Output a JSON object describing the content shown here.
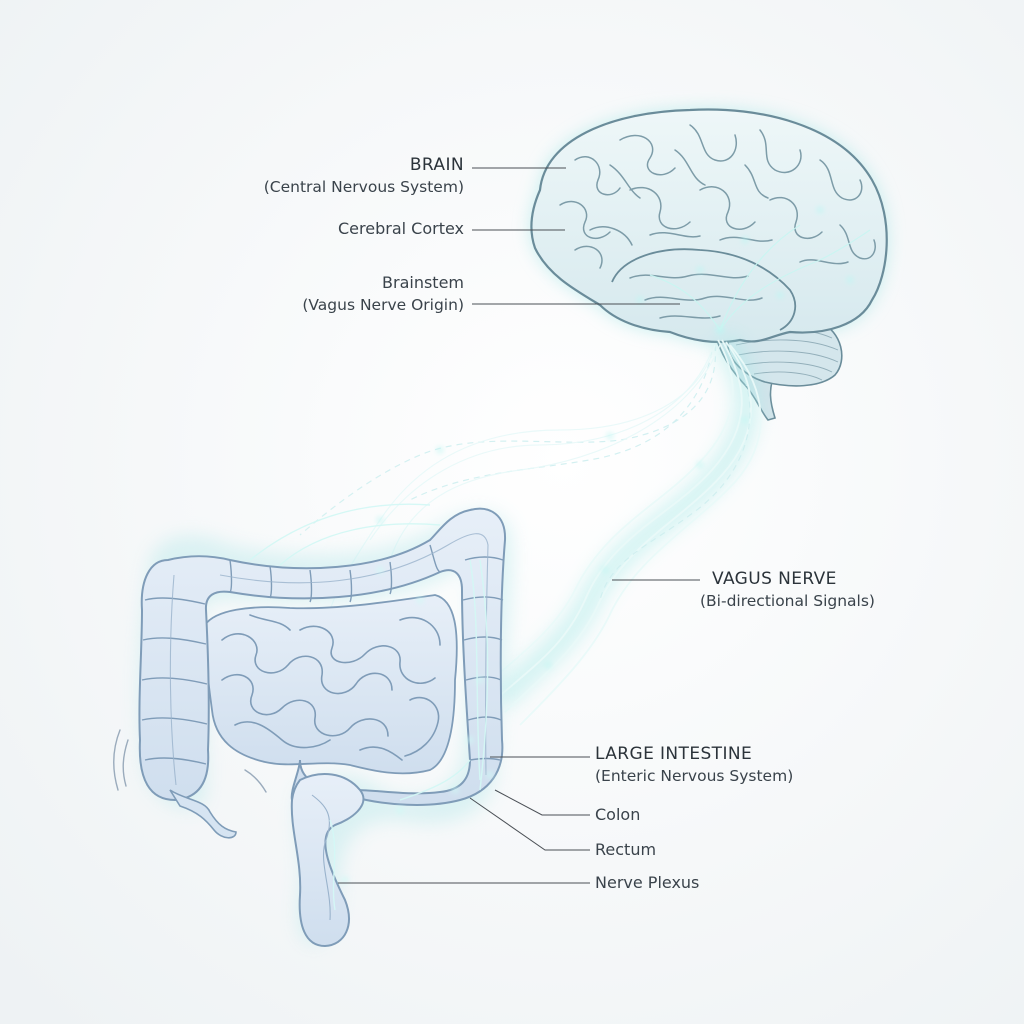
{
  "labels": {
    "brain": {
      "title": "BRAIN",
      "sub": "(Central Nervous System)"
    },
    "cortex": {
      "title": "Cerebral Cortex"
    },
    "brainstem": {
      "title": "Brainstem",
      "sub": "(Vagus Nerve Origin)"
    },
    "vagus": {
      "title": "VAGUS NERVE",
      "sub": "(Bi-directional Signals)"
    },
    "large_intestine": {
      "title": "LARGE INTESTINE",
      "sub": "(Enteric Nervous System)"
    },
    "colon": {
      "title": "Colon"
    },
    "rectum": {
      "title": "Rectum"
    },
    "plexus": {
      "title": "Nerve Plexus"
    }
  },
  "colors": {
    "background": "#f6f8f9",
    "brain_fill": "#e4f0f3",
    "brain_stroke": "#6a8c9a",
    "glow": "#9fe3e3",
    "intestine_fill": "#dbe7f3",
    "intestine_stroke": "#7f9cb8",
    "leader": "#4a4f55",
    "text": "#2b333a"
  }
}
